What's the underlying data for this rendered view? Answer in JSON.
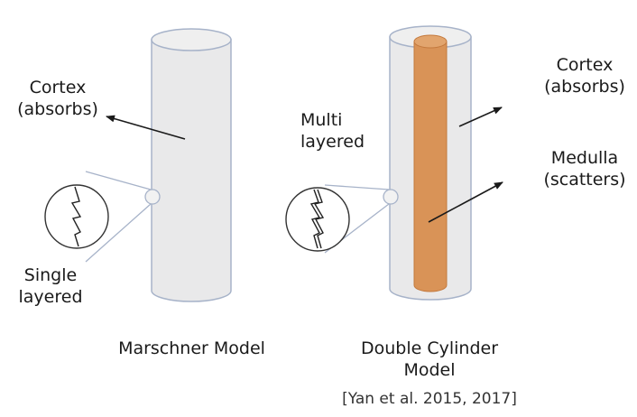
{
  "left": {
    "cortex": [
      "Cortex",
      "(absorbs)"
    ],
    "layer": [
      "Single",
      "layered"
    ],
    "title": "Marschner Model"
  },
  "right": {
    "layer": [
      "Multi",
      "layered"
    ],
    "cortex": [
      "Cortex",
      "(absorbs)"
    ],
    "medulla": [
      "Medulla",
      "(scatters)"
    ],
    "title": [
      "Double Cylinder",
      "Model"
    ],
    "citation": "[Yan et al. 2015, 2017]"
  },
  "colors": {
    "cylinder_fill": "#e9e9ea",
    "cylinder_stroke": "#a7b3c9",
    "medulla_fill": "#d99357",
    "medulla_stroke": "#c47a3e",
    "arrow": "#1a1a1a"
  }
}
